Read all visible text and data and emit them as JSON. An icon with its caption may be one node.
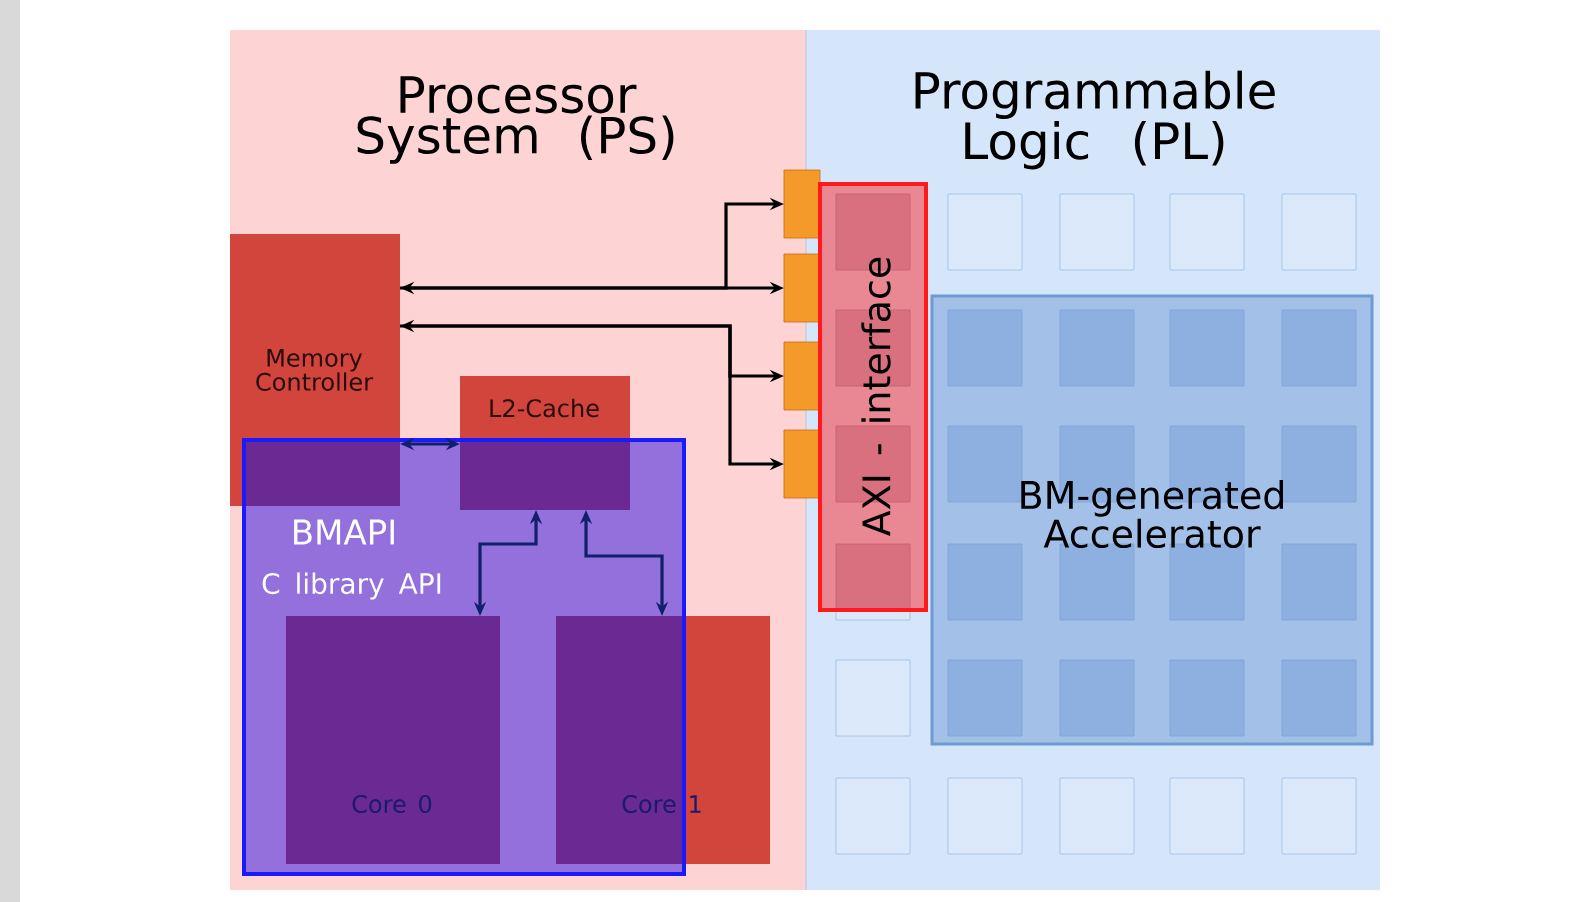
{
  "diagram": {
    "nodes": [
      {
        "text": [
          "Processor System (PS)"
        ]
      },
      {
        "text": [
          "Programmable Logic (PL)"
        ]
      },
      {
        "text": [
          "Memory Controller"
        ],
        "in": 0
      },
      {
        "text": [
          "L2-Cache"
        ],
        "in": 0
      },
      {
        "text": [
          "BMAPI",
          "C library API"
        ],
        "in": 0
      },
      {
        "text": [
          "Core 0"
        ],
        "in": 4
      },
      {
        "text": [
          "Core 1"
        ],
        "in": 0
      },
      {
        "text": [],
        "shape": "box"
      },
      {
        "text": [],
        "shape": "box"
      },
      {
        "text": [],
        "shape": "box"
      },
      {
        "text": [],
        "shape": "box"
      },
      {
        "text": [
          "AXI - interface"
        ],
        "in": 1
      },
      {
        "text": [
          "BM-generated Accelerator"
        ],
        "in": 1
      }
    ],
    "edges": [
      {
        "from": 2,
        "to": 8,
        "arrow": "both"
      },
      {
        "from": 2,
        "to": 7,
        "arrow": "to"
      },
      {
        "from": 2,
        "to": 9,
        "arrow": "both"
      },
      {
        "from": 2,
        "to": 10,
        "arrow": "to"
      },
      {
        "from": 2,
        "to": 3,
        "arrow": "both",
        "color": "#10206a"
      },
      {
        "from": 3,
        "to": 5,
        "arrow": "both",
        "color": "#10206a"
      },
      {
        "from": 3,
        "to": 6,
        "arrow": "both",
        "color": "#10206a"
      }
    ]
  }
}
